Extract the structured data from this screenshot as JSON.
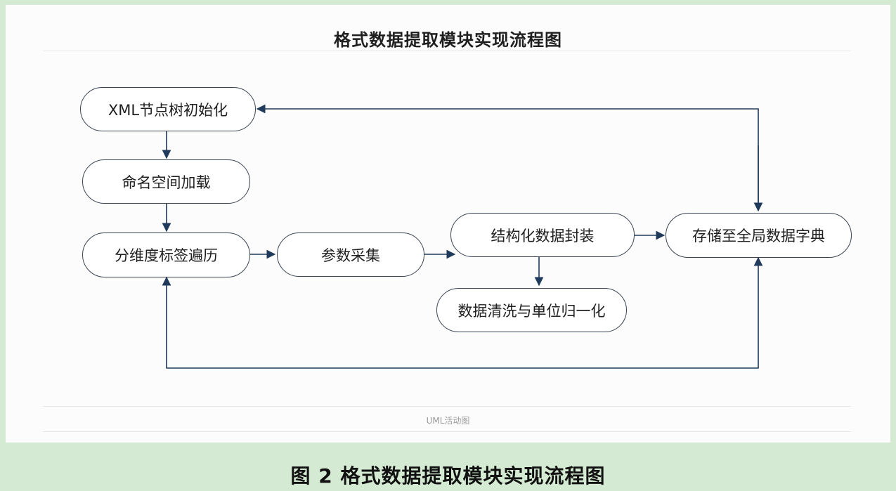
{
  "diagram": {
    "title": "格式数据提取模块实现流程图",
    "footer": "UML活动图",
    "nodes": {
      "xml_init": "XML节点树初始化",
      "namespace_load": "命名空间加载",
      "dimension_traverse": "分维度标签遍历",
      "param_collect": "参数采集",
      "struct_encap": "结构化数据封装",
      "clean_normalize": "数据清洗与单位归一化",
      "store_dict": "存储至全局数据字典"
    },
    "colors": {
      "edge": "#1f3a5a",
      "node_border": "#3a4352",
      "page_background": "#d5ead2"
    }
  },
  "caption": "图 2 格式数据提取模块实现流程图"
}
